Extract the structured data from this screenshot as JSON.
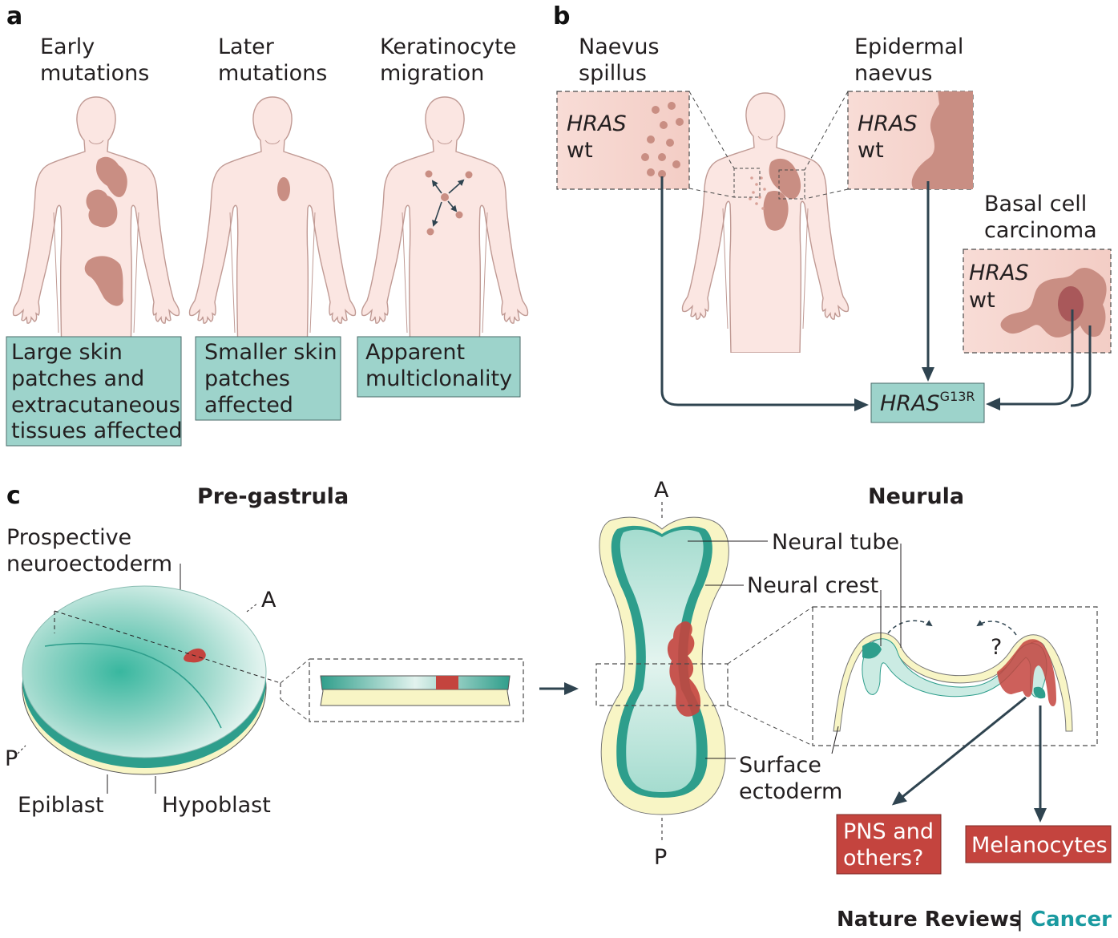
{
  "panel_a": {
    "letter": "a",
    "col1": {
      "line1": "Early",
      "line2": "mutations",
      "box": [
        "Large skin",
        "patches and",
        "extracutaneous",
        "tissues affected"
      ]
    },
    "col2": {
      "line1": "Later",
      "line2": "mutations",
      "box": [
        "Smaller skin",
        "patches",
        "affected"
      ]
    },
    "col3": {
      "line1": "Keratinocyte",
      "line2": "migration",
      "box": [
        "Apparent",
        "multiclonality"
      ]
    }
  },
  "panel_b": {
    "letter": "b",
    "naevus_spillus": {
      "line1": "Naevus",
      "line2": "spillus"
    },
    "epidermal_naevus": {
      "line1": "Epidermal",
      "line2": "naevus"
    },
    "basal_cell": {
      "line1": "Basal cell",
      "line2": "carcinoma"
    },
    "gene": "HRAS",
    "wt": "wt",
    "mutation_gene": "HRAS",
    "mutation_sup": "G13R"
  },
  "panel_c": {
    "letter": "c",
    "pre_gastrula": "Pre-gastrula",
    "neurula": "Neurula",
    "prospective": {
      "line1": "Prospective",
      "line2": "neuroectoderm"
    },
    "axis_a": "A",
    "axis_p": "P",
    "epiblast": "Epiblast",
    "hypoblast": "Hypoblast",
    "neural_tube": "Neural tube",
    "neural_crest": "Neural crest",
    "surface_ectoderm": {
      "line1": "Surface",
      "line2": "ectoderm"
    },
    "question": "?",
    "pns": {
      "line1": "PNS and",
      "line2": "others?"
    },
    "melanocytes": "Melanocytes"
  },
  "footer": {
    "brand": "Nature Reviews",
    "sep": "|",
    "journal": "Cancer"
  },
  "colors": {
    "skin": "#fbe6e2",
    "skin_stroke": "#c09a94",
    "patch": "#c98e83",
    "box": "#9dd3cb",
    "teal_dark": "#2e9e8c",
    "yellow": "#f8f5c5",
    "red": "#c4443e",
    "arrow": "#2f4450",
    "journal": "#1a9aa0"
  }
}
